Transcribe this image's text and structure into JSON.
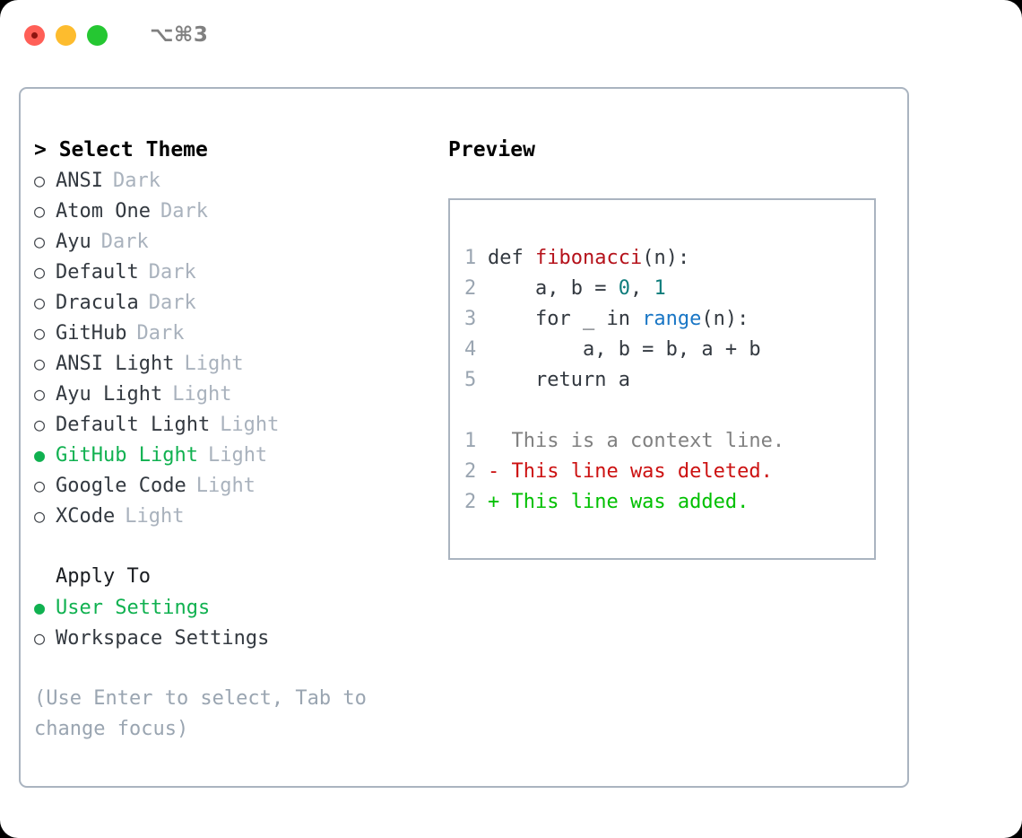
{
  "titlebar": {
    "lights": [
      "close-button",
      "minimize-button",
      "maximize-button"
    ],
    "shortcut": "⌥⌘3"
  },
  "left": {
    "header": "> Select Theme",
    "themes": [
      {
        "marker": "○",
        "name": "ANSI",
        "variant": "Dark",
        "selected": false
      },
      {
        "marker": "○",
        "name": "Atom One",
        "variant": "Dark",
        "selected": false
      },
      {
        "marker": "○",
        "name": "Ayu",
        "variant": "Dark",
        "selected": false
      },
      {
        "marker": "○",
        "name": "Default",
        "variant": "Dark",
        "selected": false
      },
      {
        "marker": "○",
        "name": "Dracula",
        "variant": "Dark",
        "selected": false
      },
      {
        "marker": "○",
        "name": "GitHub",
        "variant": "Dark",
        "selected": false
      },
      {
        "marker": "○",
        "name": "ANSI Light",
        "variant": "Light",
        "selected": false
      },
      {
        "marker": "○",
        "name": "Ayu Light",
        "variant": "Light",
        "selected": false
      },
      {
        "marker": "○",
        "name": "Default Light",
        "variant": "Light",
        "selected": false
      },
      {
        "marker": "●",
        "name": "GitHub Light",
        "variant": "Light",
        "selected": true
      },
      {
        "marker": "○",
        "name": "Google Code",
        "variant": "Light",
        "selected": false
      },
      {
        "marker": "○",
        "name": "XCode",
        "variant": "Light",
        "selected": false
      }
    ],
    "apply_to_label": "Apply To",
    "apply_to_options": [
      {
        "marker": "●",
        "name": "User Settings",
        "selected": true
      },
      {
        "marker": "○",
        "name": "Workspace Settings",
        "selected": false
      }
    ],
    "hint": "(Use Enter to select, Tab to change focus)"
  },
  "right": {
    "header": "Preview",
    "code_lines": [
      {
        "no": "1",
        "tokens": [
          {
            "t": "def ",
            "k": "plain"
          },
          {
            "t": "fibonacci",
            "k": "fn"
          },
          {
            "t": "(n):",
            "k": "plain"
          }
        ]
      },
      {
        "no": "2",
        "tokens": [
          {
            "t": "    a, b = ",
            "k": "plain"
          },
          {
            "t": "0",
            "k": "num"
          },
          {
            "t": ", ",
            "k": "plain"
          },
          {
            "t": "1",
            "k": "num"
          }
        ]
      },
      {
        "no": "3",
        "tokens": [
          {
            "t": "    for _ in ",
            "k": "plain"
          },
          {
            "t": "range",
            "k": "call"
          },
          {
            "t": "(n):",
            "k": "plain"
          }
        ]
      },
      {
        "no": "4",
        "tokens": [
          {
            "t": "        a, b = b, a + b",
            "k": "plain"
          }
        ]
      },
      {
        "no": "5",
        "tokens": [
          {
            "t": "    return a",
            "k": "plain"
          }
        ]
      }
    ],
    "diff_lines": [
      {
        "no": "1",
        "text": "  This is a context line.",
        "kind": "context"
      },
      {
        "no": "2",
        "text": "- This line was deleted.",
        "kind": "del"
      },
      {
        "no": "2",
        "text": "+ This line was added.",
        "kind": "add"
      }
    ]
  },
  "colors": {
    "selection_green": "#10b150",
    "diff_add": "#00c000",
    "diff_delete": "#cc1111",
    "function_name": "#b5121b",
    "number_literal": "#0e7c7b",
    "builtin_call": "#1976c5",
    "muted": "#9aa5b1",
    "border": "#aab4c0"
  }
}
